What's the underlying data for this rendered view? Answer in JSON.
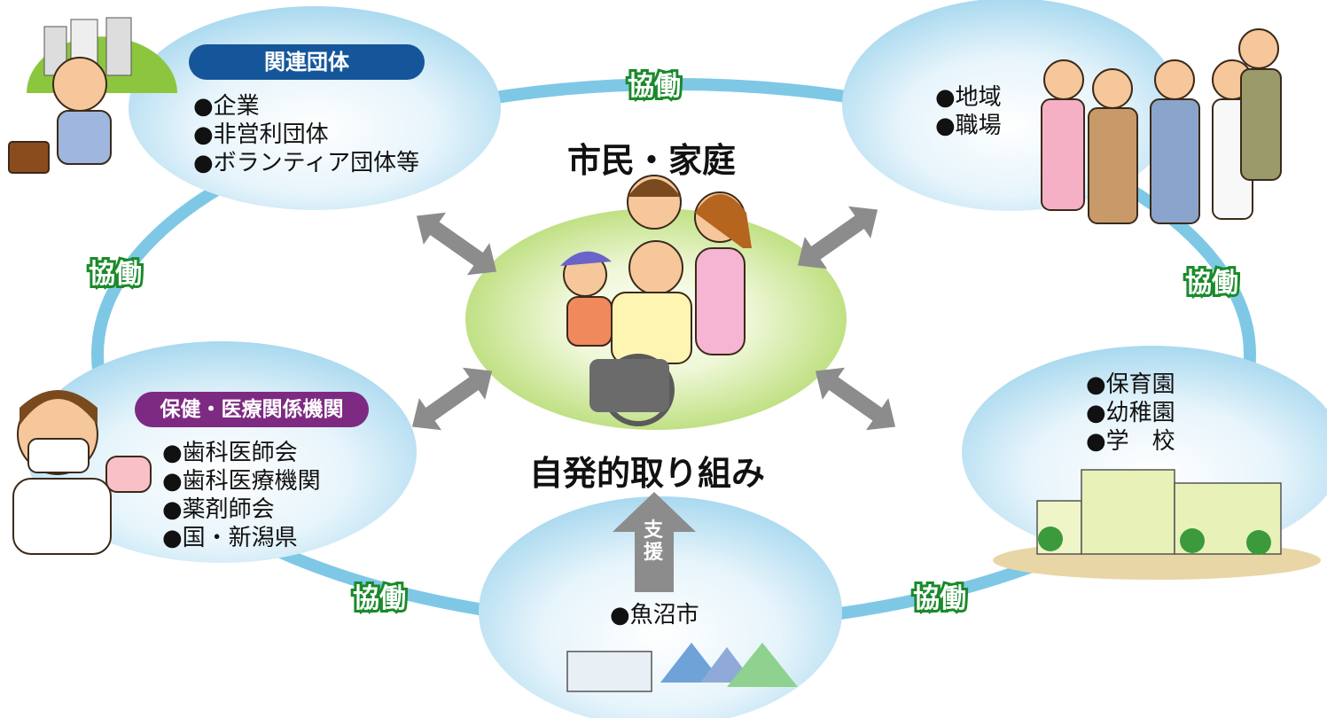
{
  "center": {
    "title": "市民・家庭",
    "subtitle": "自発的取り組み",
    "support": "支援"
  },
  "groups": {
    "related": {
      "label": "関連団体",
      "items": [
        "●企業",
        "●非営利団体",
        "●ボランティア団体等"
      ]
    },
    "community": {
      "items": [
        "●地域",
        "●職場"
      ]
    },
    "health": {
      "label": "保健・医療関係機関",
      "items": [
        "●歯科医師会",
        "●歯科医療機関",
        "●薬剤師会",
        "●国・新潟県"
      ]
    },
    "schools": {
      "items": [
        "●保育園",
        "●幼稚園",
        "●学　校"
      ]
    },
    "city": {
      "items": [
        "●魚沼市"
      ]
    }
  },
  "links": {
    "kyodo": "協働"
  },
  "colors": {
    "bubble": "#bfe3f3",
    "ring": "#7ec8e6",
    "center_glow": "#c5e38a",
    "kyodo_green": "#1a8a2a",
    "arrow": "#8c8c8c",
    "blue_label": "#15569a",
    "purple_label": "#7d2a82"
  }
}
